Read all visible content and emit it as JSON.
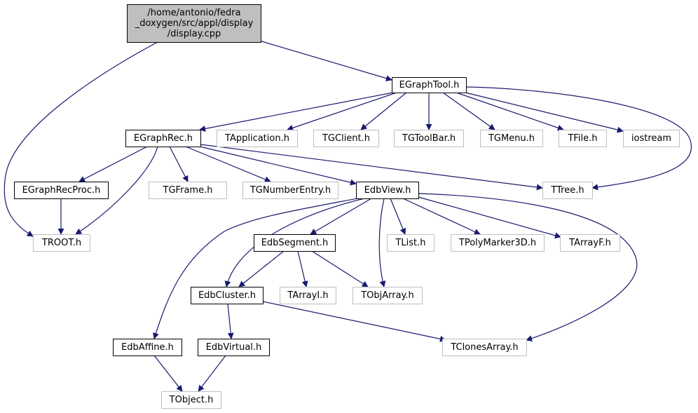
{
  "colors": {
    "edge": "#191970",
    "root_fill": "#bfbfbf",
    "documented_border": "#000000",
    "external_border": "#bfbfbf",
    "text": "#000000"
  },
  "nodes": [
    {
      "id": "display",
      "lines": [
        "/home/antonio/fedra",
        "_doxygen/src/appl/display",
        "/display.cpp"
      ],
      "style": "root"
    },
    {
      "id": "egraphtool",
      "lines": [
        "EGraphTool.h"
      ],
      "style": "documented"
    },
    {
      "id": "egraphrec",
      "lines": [
        "EGraphRec.h"
      ],
      "style": "documented"
    },
    {
      "id": "tapplication",
      "lines": [
        "TApplication.h"
      ],
      "style": "external"
    },
    {
      "id": "tgclient",
      "lines": [
        "TGClient.h"
      ],
      "style": "external"
    },
    {
      "id": "tgtoolbar",
      "lines": [
        "TGToolBar.h"
      ],
      "style": "external"
    },
    {
      "id": "tgmenu",
      "lines": [
        "TGMenu.h"
      ],
      "style": "external"
    },
    {
      "id": "tfile",
      "lines": [
        "TFile.h"
      ],
      "style": "external"
    },
    {
      "id": "iostream",
      "lines": [
        "iostream"
      ],
      "style": "external"
    },
    {
      "id": "egraphrecproc",
      "lines": [
        "EGraphRecProc.h"
      ],
      "style": "documented"
    },
    {
      "id": "tgframe",
      "lines": [
        "TGFrame.h"
      ],
      "style": "external"
    },
    {
      "id": "tgnumberentry",
      "lines": [
        "TGNumberEntry.h"
      ],
      "style": "external"
    },
    {
      "id": "edbview",
      "lines": [
        "EdbView.h"
      ],
      "style": "documented"
    },
    {
      "id": "ttree",
      "lines": [
        "TTree.h"
      ],
      "style": "external"
    },
    {
      "id": "troot",
      "lines": [
        "TROOT.h"
      ],
      "style": "external"
    },
    {
      "id": "edbsegment",
      "lines": [
        "EdbSegment.h"
      ],
      "style": "documented"
    },
    {
      "id": "tlist",
      "lines": [
        "TList.h"
      ],
      "style": "external"
    },
    {
      "id": "tpolymarker3d",
      "lines": [
        "TPolyMarker3D.h"
      ],
      "style": "external"
    },
    {
      "id": "tarrayf",
      "lines": [
        "TArrayF.h"
      ],
      "style": "external"
    },
    {
      "id": "edbcluster",
      "lines": [
        "EdbCluster.h"
      ],
      "style": "documented"
    },
    {
      "id": "tarrayi",
      "lines": [
        "TArrayI.h"
      ],
      "style": "external"
    },
    {
      "id": "tobjarray",
      "lines": [
        "TObjArray.h"
      ],
      "style": "external"
    },
    {
      "id": "edbaffine",
      "lines": [
        "EdbAffine.h"
      ],
      "style": "documented"
    },
    {
      "id": "edbvirtual",
      "lines": [
        "EdbVirtual.h"
      ],
      "style": "documented"
    },
    {
      "id": "tclonesarray",
      "lines": [
        "TClonesArray.h"
      ],
      "style": "external"
    },
    {
      "id": "tobject",
      "lines": [
        "TObject.h"
      ],
      "style": "external"
    }
  ],
  "edges": [
    {
      "from": "display",
      "to": "egraphtool"
    },
    {
      "from": "display",
      "to": "troot"
    },
    {
      "from": "egraphtool",
      "to": "egraphrec"
    },
    {
      "from": "egraphtool",
      "to": "tapplication"
    },
    {
      "from": "egraphtool",
      "to": "tgclient"
    },
    {
      "from": "egraphtool",
      "to": "tgtoolbar"
    },
    {
      "from": "egraphtool",
      "to": "tgmenu"
    },
    {
      "from": "egraphtool",
      "to": "tfile"
    },
    {
      "from": "egraphtool",
      "to": "iostream"
    },
    {
      "from": "egraphtool",
      "to": "ttree"
    },
    {
      "from": "egraphrec",
      "to": "egraphrecproc"
    },
    {
      "from": "egraphrec",
      "to": "troot"
    },
    {
      "from": "egraphrec",
      "to": "tgframe"
    },
    {
      "from": "egraphrec",
      "to": "tgnumberentry"
    },
    {
      "from": "egraphrec",
      "to": "edbview"
    },
    {
      "from": "egraphrec",
      "to": "ttree"
    },
    {
      "from": "egraphrecproc",
      "to": "troot"
    },
    {
      "from": "edbview",
      "to": "edbcluster"
    },
    {
      "from": "edbview",
      "to": "edbsegment"
    },
    {
      "from": "edbview",
      "to": "tlist"
    },
    {
      "from": "edbview",
      "to": "tpolymarker3d"
    },
    {
      "from": "edbview",
      "to": "tarrayf"
    },
    {
      "from": "edbview",
      "to": "tobjarray"
    },
    {
      "from": "edbview",
      "to": "edbaffine"
    },
    {
      "from": "edbview",
      "to": "tclonesarray"
    },
    {
      "from": "edbsegment",
      "to": "edbcluster"
    },
    {
      "from": "edbsegment",
      "to": "tarrayi"
    },
    {
      "from": "edbsegment",
      "to": "tobjarray"
    },
    {
      "from": "edbcluster",
      "to": "edbvirtual"
    },
    {
      "from": "edbcluster",
      "to": "tclonesarray"
    },
    {
      "from": "edbaffine",
      "to": "tobject"
    },
    {
      "from": "edbvirtual",
      "to": "tobject"
    }
  ]
}
